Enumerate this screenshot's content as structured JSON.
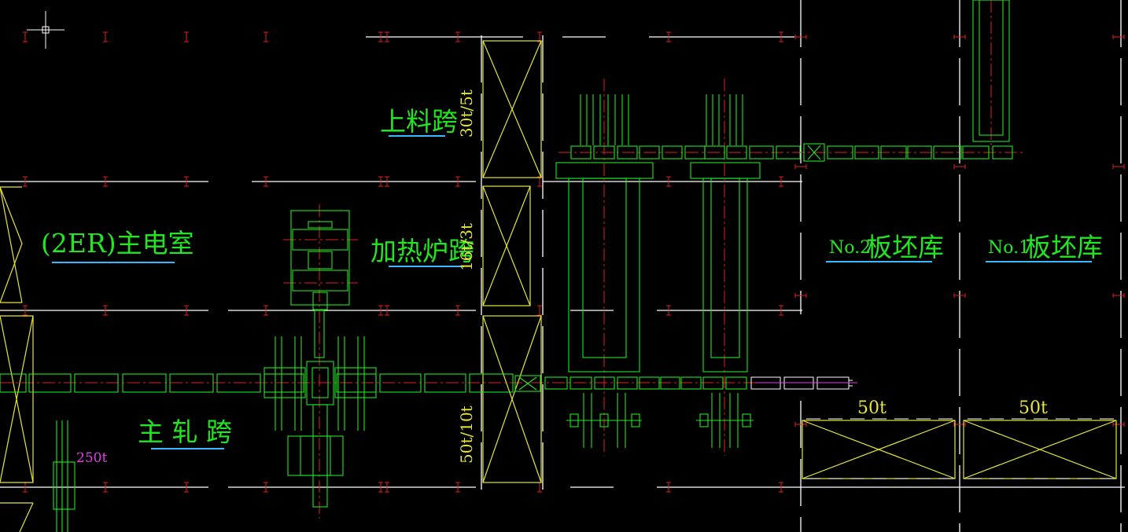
{
  "colors": {
    "background": "#000000",
    "wall_lines": "#ffffff",
    "equipment": "#22e622",
    "centerline": "#e02020",
    "crane": "#e6e63a",
    "label_underline": "#38b8ff",
    "press": "#e040e0"
  },
  "labels": {
    "main_electrical_room": "(2ER)主电室",
    "loading_bay": "上料跨",
    "furnace_bay": "加热炉跨",
    "main_rolling_bay": "主 轧 跨",
    "slab_yard_2_no": "No.2",
    "slab_yard_2_name": "板坯库",
    "slab_yard_1_no": "No.1",
    "slab_yard_1_name": "板坯库"
  },
  "cranes": {
    "loading_bay_crane": "30t/5t",
    "furnace_bay_crane": "16t/3t",
    "main_bay_crane": "50t/10t",
    "slab_yard_2_crane": "50t",
    "slab_yard_1_crane": "50t"
  },
  "press": {
    "capacity": "250t"
  }
}
